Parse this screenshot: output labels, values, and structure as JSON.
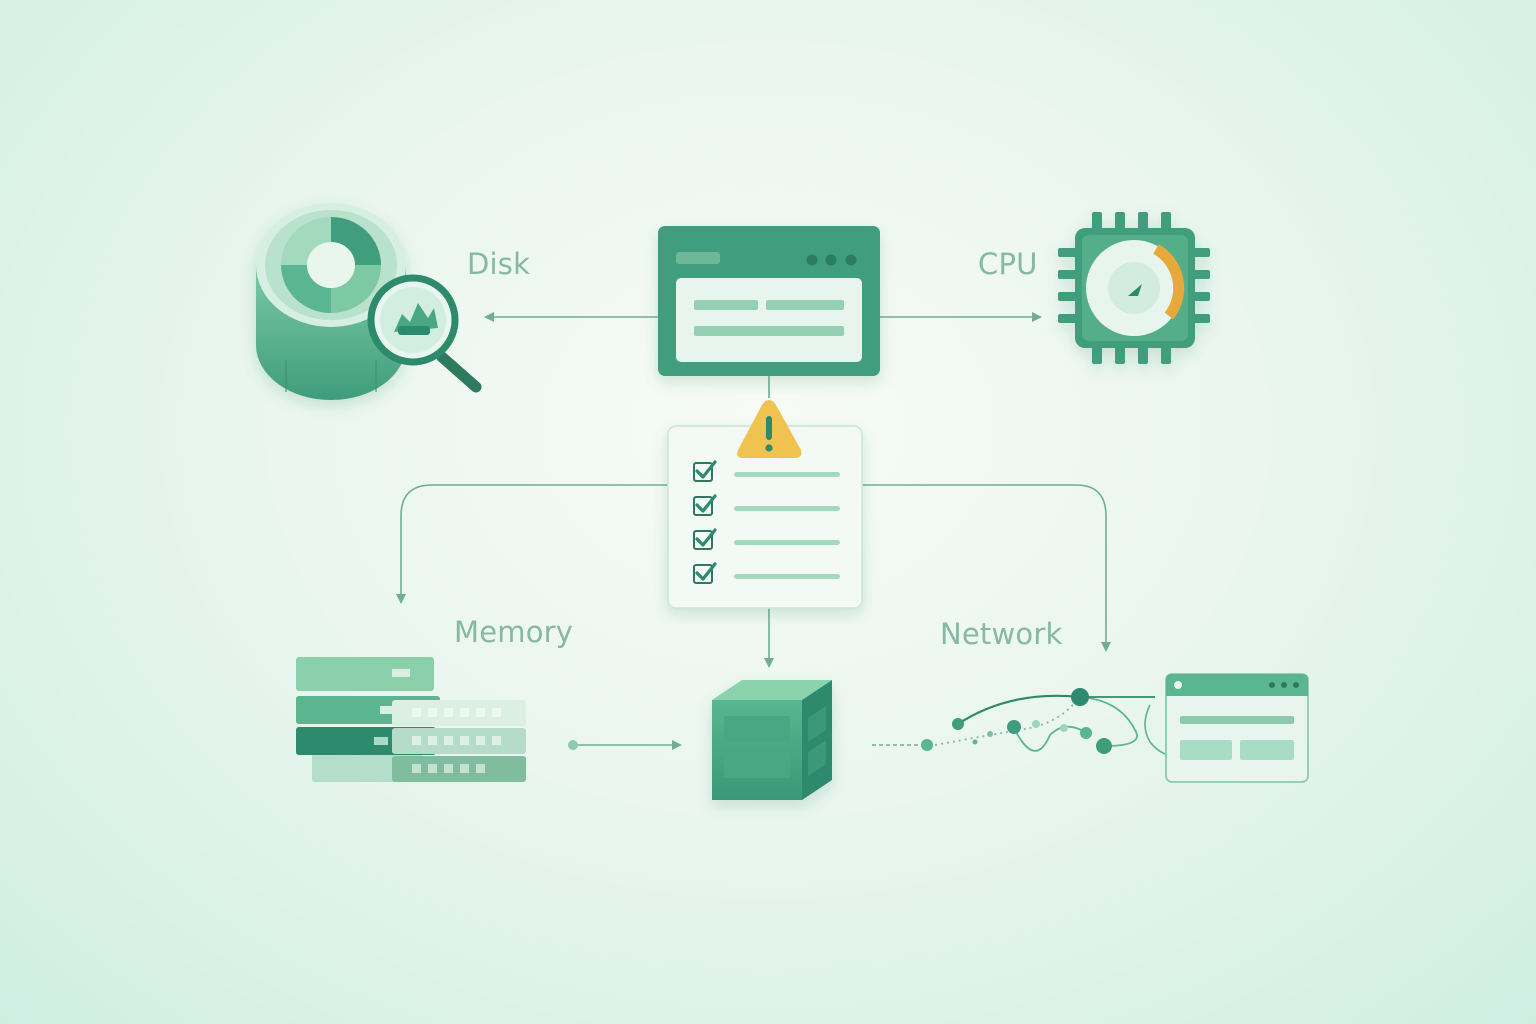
{
  "labels": {
    "disk": "Disk",
    "cpu": "CPU",
    "memory": "Memory",
    "network": "Network"
  },
  "icons": {
    "disk": "disk-analyzer-icon",
    "search": "magnifier-icon",
    "dashboard": "monitor-window-icon",
    "cpu": "cpu-chip-gauge-icon",
    "warning": "warning-triangle-icon",
    "checklist": "checklist-icon",
    "memory": "memory-modules-icon",
    "server": "server-cube-icon",
    "network": "network-graph-icon",
    "browser": "browser-window-icon"
  },
  "colors": {
    "primary": "#3f9d7d",
    "dark": "#2e8a6c",
    "light": "#a8dcc4",
    "warning": "#f0c24f",
    "gauge_accent": "#e8a93a",
    "label": "#86b8a2"
  }
}
